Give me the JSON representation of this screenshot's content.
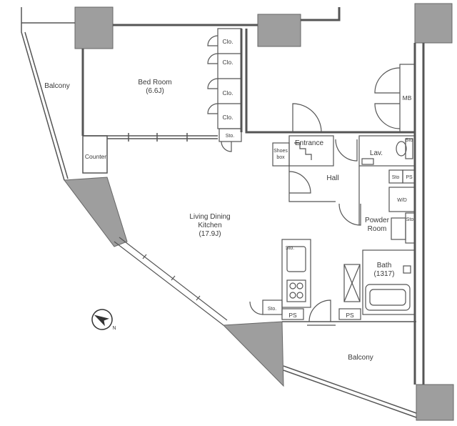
{
  "rooms": {
    "balcony_upper": "Balcony",
    "bed_room": "Bed Room",
    "bed_room_size": "(6.6J)",
    "ldk_line1": "Living Dining",
    "ldk_line2": "Kitchen",
    "ldk_size": "(17.9J)",
    "entrance": "Entrance",
    "hall": "Hall",
    "lav": "Lav.",
    "powder_line1": "Powder",
    "powder_line2": "Room",
    "bath": "Bath",
    "bath_size": "(1317)",
    "balcony_lower": "Balcony",
    "counter": "Counter"
  },
  "storage": {
    "clo": [
      "Clo.",
      "Clo.",
      "Clo.",
      "Clo."
    ],
    "sto_bed": "Sto.",
    "sto_kitchen": "Sto.",
    "sto_bottom": "Sto.",
    "sto_hall": "Sto",
    "sto_lav": "Sto",
    "sto_powder": "Sto",
    "mb": "MB",
    "wd": "W/D",
    "ps_hall": "PS",
    "ps_left": "PS",
    "ps_right": "PS",
    "shoes_line1": "Shoes",
    "shoes_line2": "box"
  },
  "compass": {
    "north_label": "N"
  },
  "colors": {
    "wall": "#555555",
    "column": "#9e9e9e",
    "line": "#444444",
    "text": "#3a3a3a",
    "background": "#ffffff"
  }
}
